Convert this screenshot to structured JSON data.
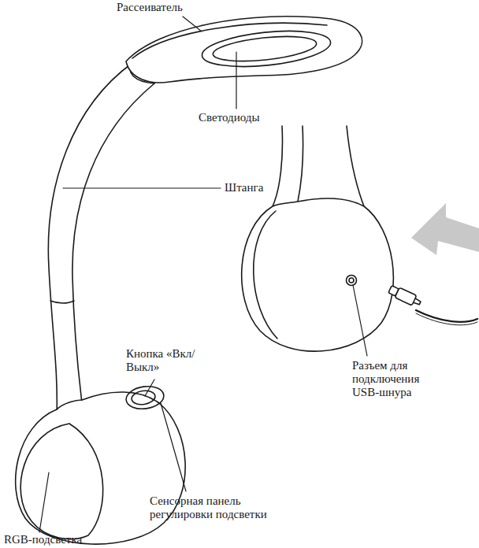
{
  "diagram": {
    "labels": [
      "Рассеиватель",
      "Светодиоды",
      "Штанга",
      "Кнопка «Вкл/Выкл»",
      "Сенсорная панель регулировки подсветки",
      "RGB-подсветка",
      "Разъем для подключения USB-шнура"
    ]
  }
}
